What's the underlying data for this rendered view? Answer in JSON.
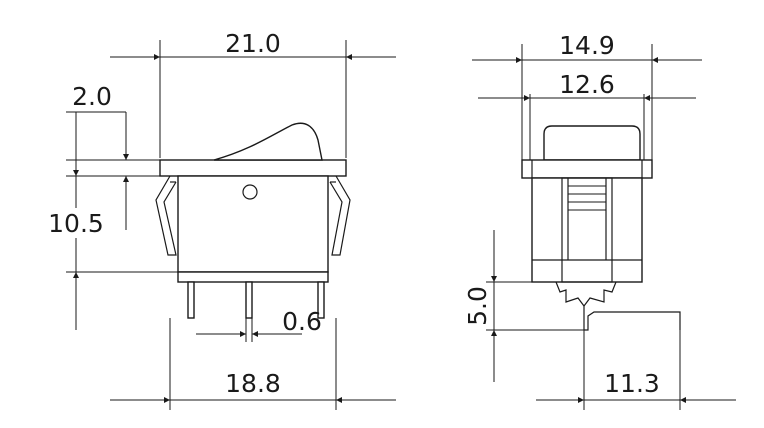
{
  "drawing": {
    "front_view": {
      "overall_width": "21.0",
      "rocker_height": "2.0",
      "body_height": "10.5",
      "pin_width": "0.6",
      "pin_span": "18.8"
    },
    "side_view": {
      "overall_width": "14.9",
      "body_width": "12.6",
      "terminal_height": "5.0",
      "terminal_offset": "11.3"
    }
  }
}
